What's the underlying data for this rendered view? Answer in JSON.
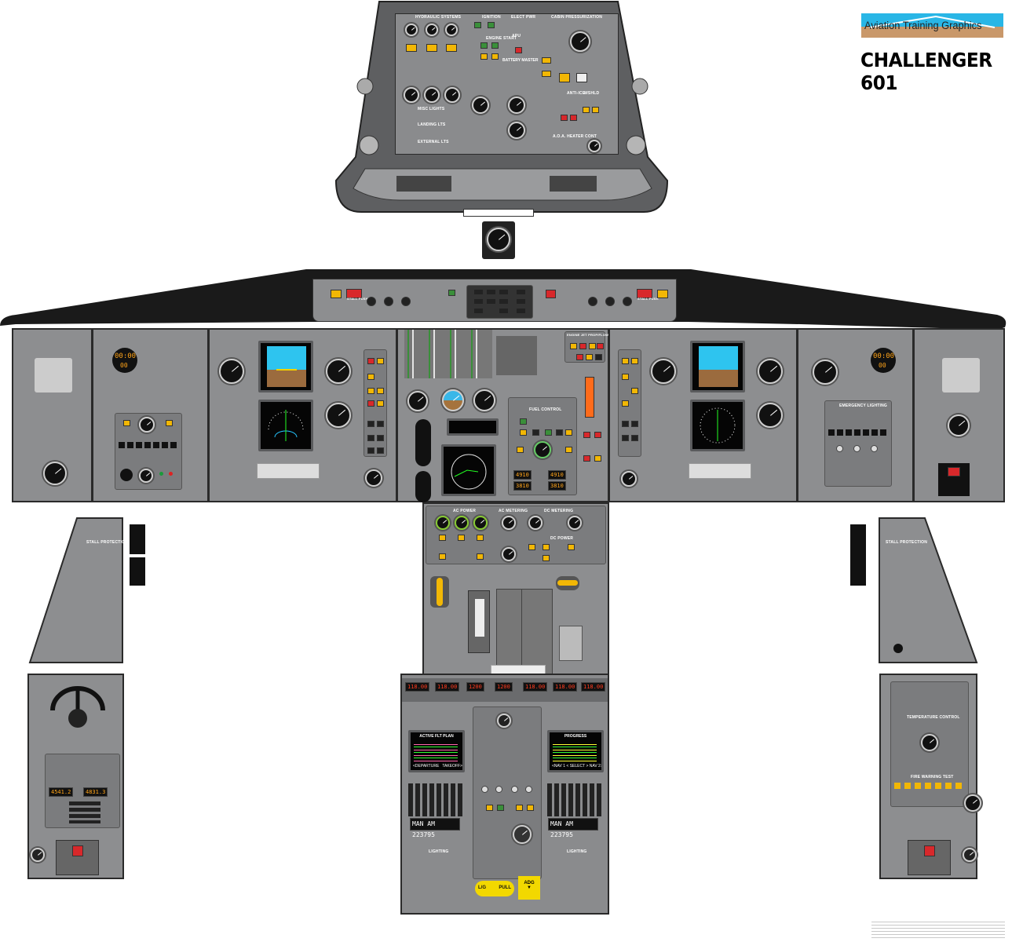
{
  "branding": {
    "logo_text": "Aviation Training Graphics",
    "title": "CHALLENGER 601",
    "logo_sky": "#29b6e6",
    "logo_ground": "#c9986a"
  },
  "overhead": {
    "hydraulic": "HYDRAULIC SYSTEMS",
    "ignition": "IGNITION",
    "elect_pwr": "ELECT PWR",
    "cabin_press": "CABIN PRESSURIZATION",
    "engine_start": "ENGINE START",
    "apu": "APU",
    "battery": "BATTERY MASTER",
    "misc_lights": "MISC LIGHTS",
    "landing_lts": "LANDING LTS",
    "external_lts": "EXTERNAL LTS",
    "anti_ice": "ANTI-ICE",
    "wshld": "WSHLD",
    "aoa_heater": "A.O.A. HEATER CONT"
  },
  "glareshield": {
    "stall_push_left": "STALL PUSH",
    "stall_push_right": "STALL PUSH"
  },
  "main_panel": {
    "clock_left": "00:00",
    "clock_left_2": "00",
    "clock_right": "00:00",
    "clock_right_2": "00",
    "fuel_control": "FUEL CONTROL",
    "emergency_lighting": "EMERGENCY LIGHTING",
    "engine_fuel": "ENGINE JET PROP/FLOW"
  },
  "pedestal": {
    "ac_power": "AC POWER",
    "ac_metering": "AC METERING",
    "dc_metering": "DC METERING",
    "dc_power": "DC POWER",
    "fms_left_title": "ACTIVE FLT PLAN",
    "fms_left_footer": "<DEPARTURE   TAKEOFF>",
    "fms_right_title": "PROGRESS",
    "fms_right_footer": "<NAV 1 < SELECT > NAV 2>",
    "radio_left": "MAN AM 223795",
    "radio_right": "MAN AM 223795",
    "lighting_left": "LIGHTING",
    "lighting_right": "LIGHTING",
    "gear_left": "L/G",
    "gear_pull": "PULL",
    "adg": "ADG",
    "radio_freqs": [
      "118.00",
      "118.00",
      "1200",
      "1200",
      "118.00",
      "118.00",
      "118.00"
    ]
  },
  "side": {
    "stall_protection_left": "STALL PROTECTION",
    "stall_protection_right": "STALL PROTECTION",
    "temp_control": "TEMPERATURE CONTROL",
    "fire_test": "FIRE WARNING TEST",
    "xpdr_left": "4541.2",
    "xpdr_right": "4831.3"
  },
  "colors": {
    "panel": "#8d8e90",
    "glareshield": "#1a1a1a",
    "annunciator_amber": "#f2b705",
    "annunciator_red": "#d8282b"
  }
}
